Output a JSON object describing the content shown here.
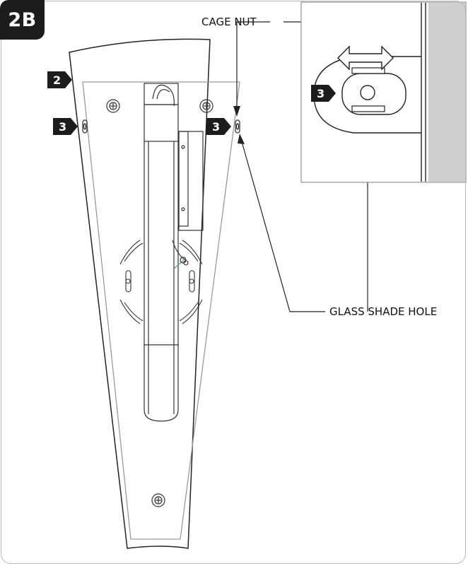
{
  "figure": {
    "id": "2B"
  },
  "callouts": {
    "cage_nut": "CAGE NUT",
    "glass_shade_hole": "GLASS SHADE HOLE"
  },
  "markers": {
    "backplate": "2",
    "left_cage_nut": "3",
    "right_cage_nut": "3",
    "detail_cage_nut": "3"
  },
  "colors": {
    "marker_fill": "#1c1c1c",
    "frame_stroke": "#b8b8b8",
    "wall_gray": "#cfcfcf",
    "wire_green": "#3aa655"
  }
}
